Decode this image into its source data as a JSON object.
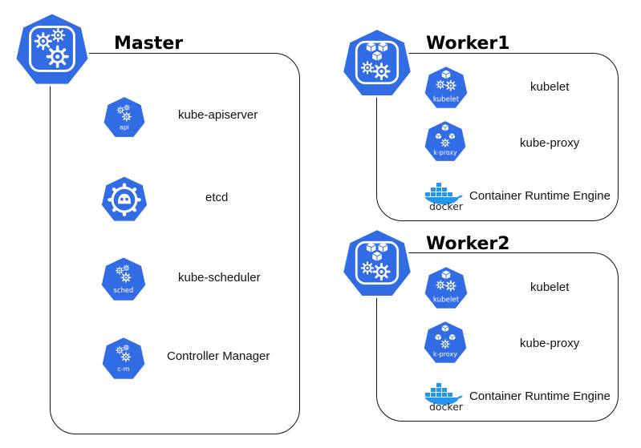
{
  "colors": {
    "kube_blue": "#326ce5",
    "kube_white": "#ffffff",
    "docker_blue": "#2496ed",
    "border": "#111111"
  },
  "master": {
    "title": "Master",
    "components": [
      {
        "label": "kube-apiserver",
        "icon_text": "api"
      },
      {
        "label": "etcd",
        "icon_text": ""
      },
      {
        "label": "kube-scheduler",
        "icon_text": "sched"
      },
      {
        "label": "Controller Manager",
        "icon_text": "c-m"
      }
    ]
  },
  "worker1": {
    "title": "Worker1",
    "kubelet": {
      "label": "kubelet",
      "icon_text": "kubelet"
    },
    "proxy": {
      "label": "kube-proxy",
      "icon_text": "k-proxy"
    },
    "runtime": {
      "label": "Container Runtime Engine",
      "logo_text": "docker"
    }
  },
  "worker2": {
    "title": "Worker2",
    "kubelet": {
      "label": "kubelet",
      "icon_text": "kubelet"
    },
    "proxy": {
      "label": "kube-proxy",
      "icon_text": "k-proxy"
    },
    "runtime": {
      "label": "Container Runtime Engine",
      "logo_text": "docker"
    }
  }
}
